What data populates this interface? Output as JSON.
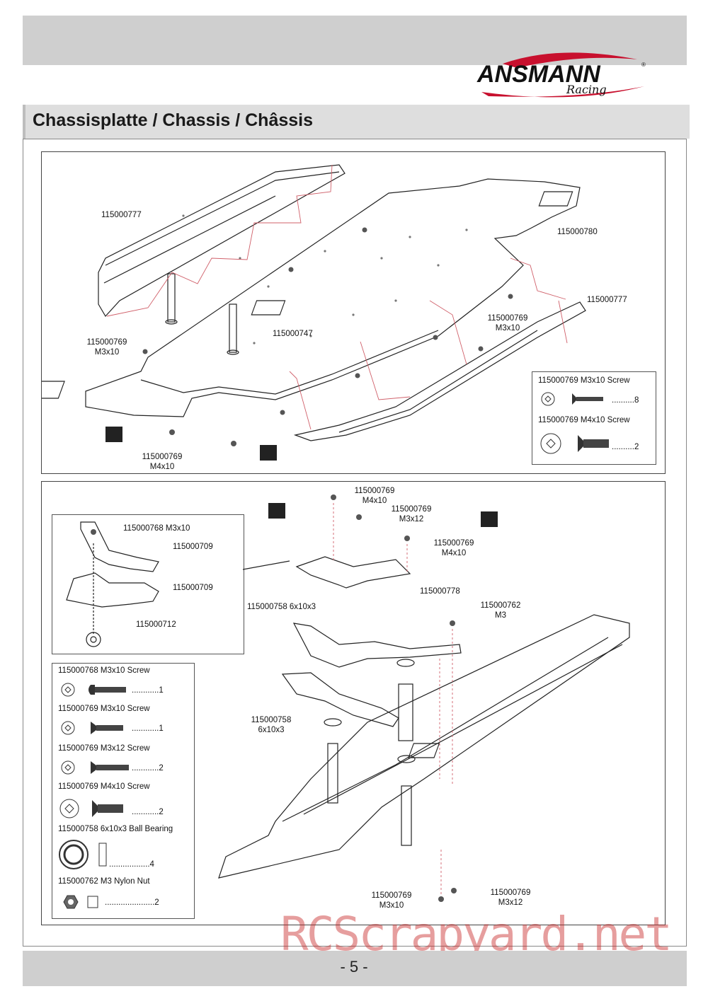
{
  "header": {
    "brand": "ANSMANN",
    "brand_sub": "Racing",
    "title": "Chassisplatte / Chassis / Châssis"
  },
  "panel1": {
    "labels": {
      "p777_left": "115000777",
      "p780": "115000780",
      "p777_right": "115000777",
      "p769_right": "115000769",
      "p769_right_size": "M3x10",
      "p747": "115000747",
      "p769_left": "115000769",
      "p769_left_size": "M3x10",
      "p769_bottom": "115000769",
      "p769_bottom_size": "M4x10"
    },
    "legend": [
      {
        "part": "115000769  M3x10 Screw",
        "qty": "..........8"
      },
      {
        "part": "115000769  M4x10 Screw",
        "qty": "..........2"
      }
    ]
  },
  "panel2": {
    "labels": {
      "p769_top": "115000769",
      "p769_top_size": "M4x10",
      "p769_m3x12": "115000769",
      "p769_m3x12_size": "M3x12",
      "p769_m4x10_r": "115000769",
      "p769_m4x10_r_size": "M4x10",
      "p778": "115000778",
      "p762": "115000762",
      "p762_size": "M3",
      "p758_top": "115000758  6x10x3",
      "p758_mid": "115000758",
      "p758_mid_size": "6x10x3",
      "p769_b1": "115000769",
      "p769_b1_size": "M3x10",
      "p769_b2": "115000769",
      "p769_b2_size": "M3x12"
    },
    "inset": {
      "p768": "115000768  M3x10",
      "p709a": "115000709",
      "p709b": "115000709",
      "p712": "115000712"
    },
    "legend": [
      {
        "part": "115000768  M3x10 Screw",
        "qty": "............1"
      },
      {
        "part": "115000769  M3x10 Screw",
        "qty": "............1"
      },
      {
        "part": "115000769  M3x12 Screw",
        "qty": "............2"
      },
      {
        "part": "115000769  M4x10 Screw",
        "qty": "............2"
      },
      {
        "part": "115000758  6x10x3 Ball Bearing",
        "qty": "..................4"
      },
      {
        "part": "115000762  M3 Nylon Nut",
        "qty": "......................2"
      }
    ]
  },
  "footer": {
    "page": "- 5 -",
    "watermark": "RCScrapyard.net"
  }
}
